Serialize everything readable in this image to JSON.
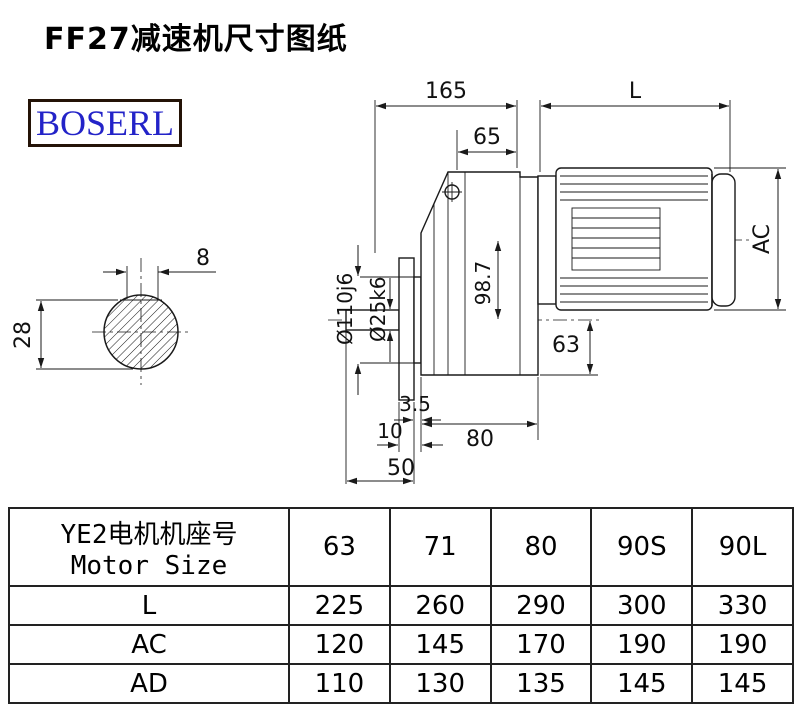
{
  "page": {
    "title": "FF27减速机尺寸图纸"
  },
  "brand": {
    "name": "BOSERL"
  },
  "drawing": {
    "labels": {
      "len165": "165",
      "len65": "65",
      "lenL": "L",
      "ac": "AC",
      "key_width": "8",
      "key_height": "28",
      "flange_dia": "Ø110j6",
      "shaft_dia": "Ø25k6",
      "center_height": "98.7",
      "len63": "63",
      "len3_5": "3.5",
      "len80": "80",
      "len10": "10",
      "len50": "50"
    }
  },
  "table": {
    "row_header_cn": "YE2电机机座号",
    "row_header_en": "Motor Size",
    "columns": [
      "63",
      "71",
      "80",
      "90S",
      "90L"
    ],
    "rows": [
      {
        "label": "L",
        "values": [
          "225",
          "260",
          "290",
          "300",
          "330"
        ]
      },
      {
        "label": "AC",
        "values": [
          "120",
          "145",
          "170",
          "190",
          "190"
        ]
      },
      {
        "label": "AD",
        "values": [
          "110",
          "130",
          "135",
          "145",
          "145"
        ]
      }
    ]
  }
}
